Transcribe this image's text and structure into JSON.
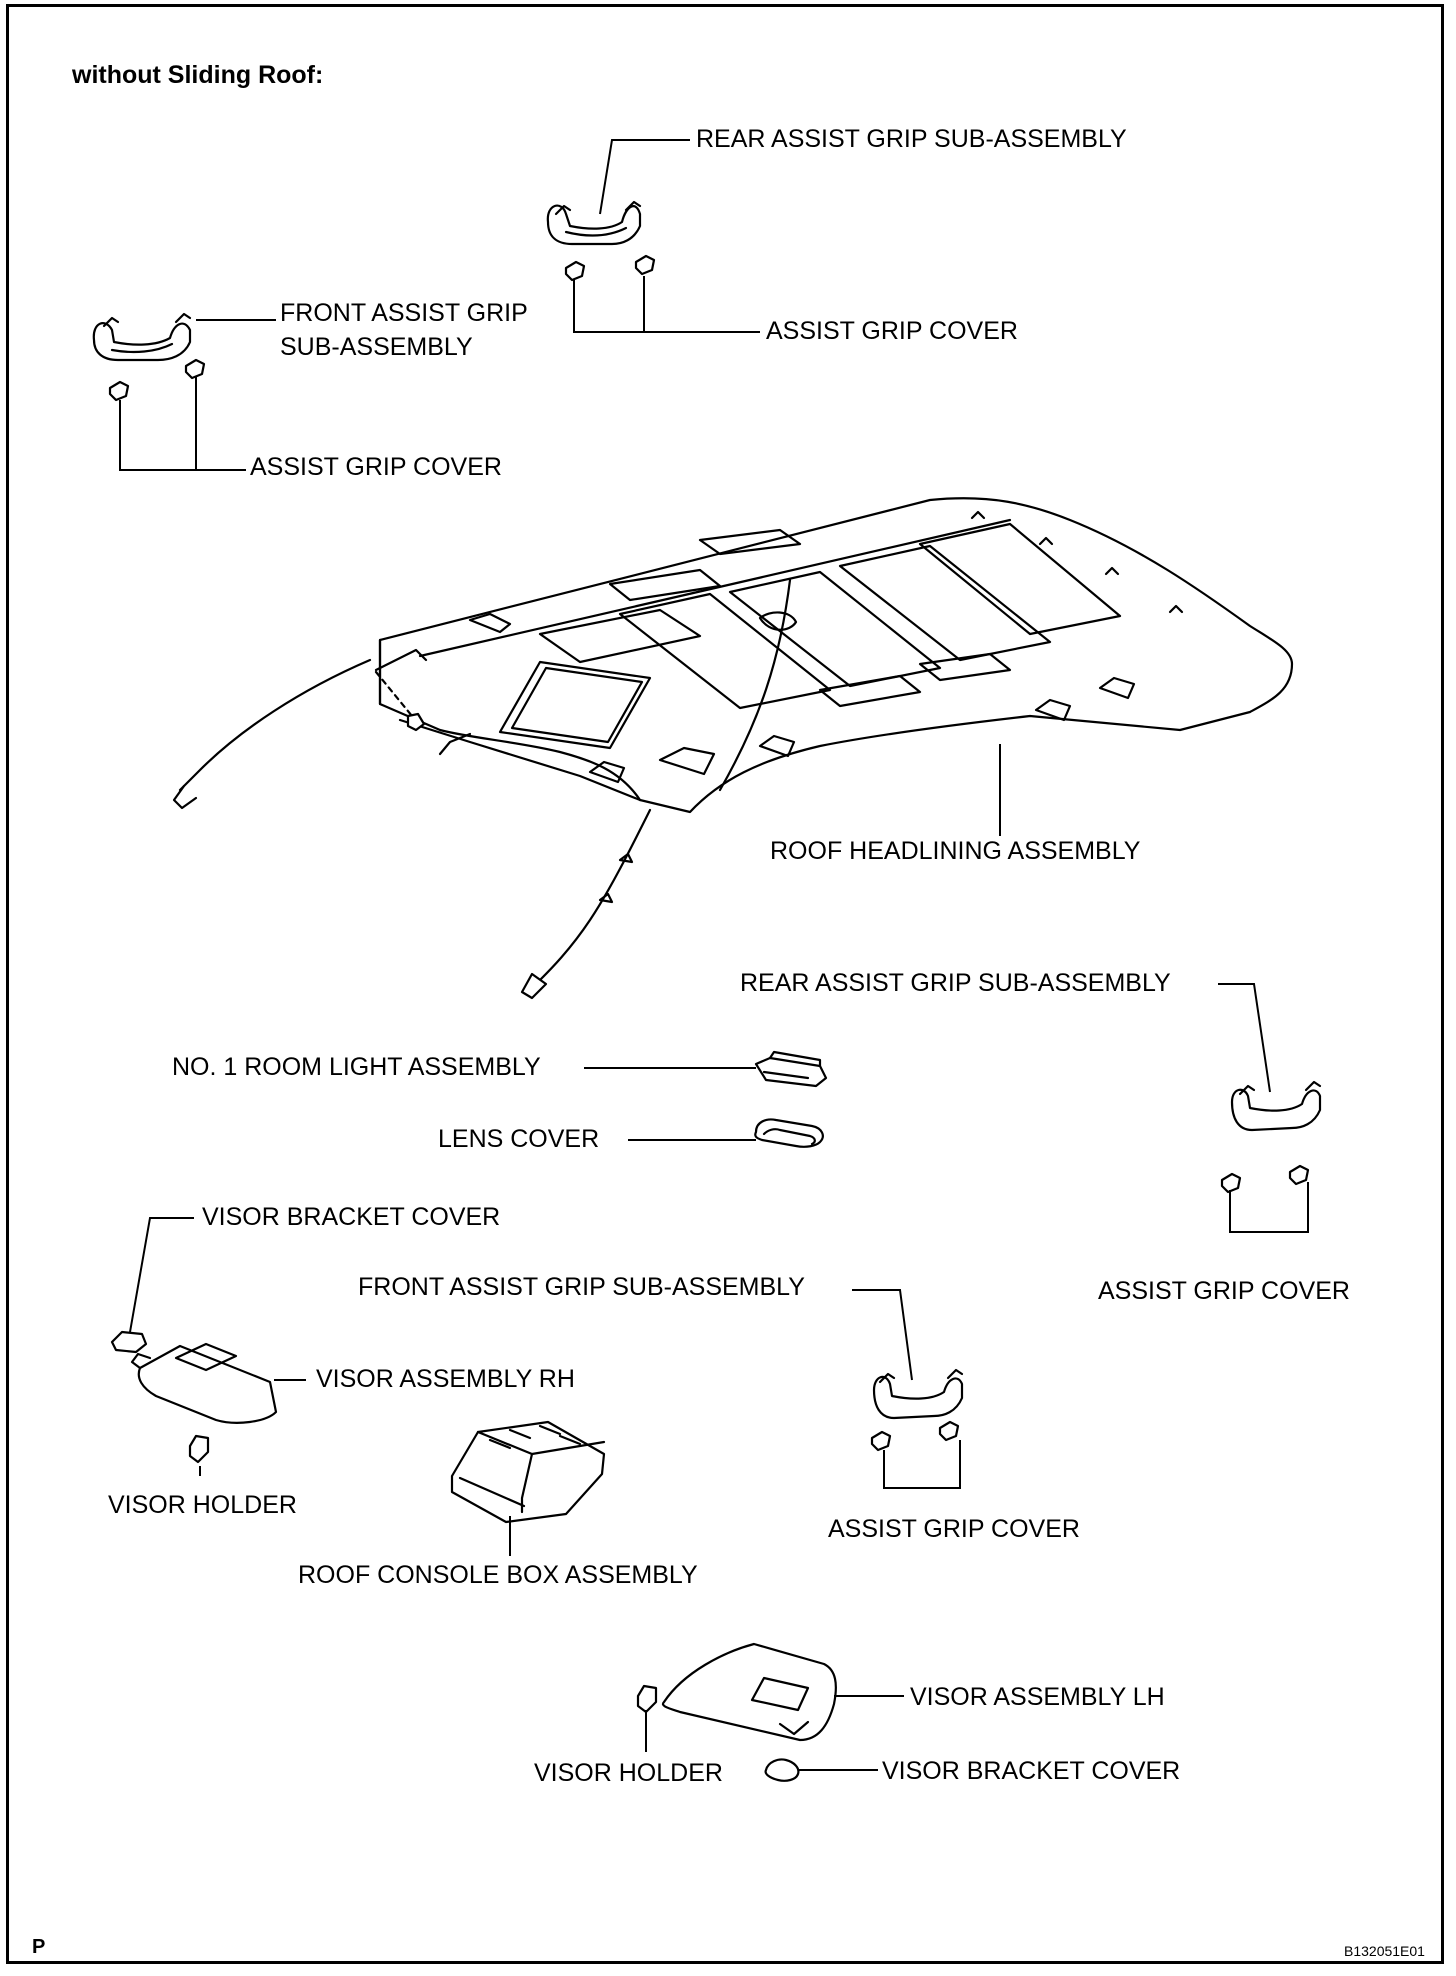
{
  "title": "without Sliding Roof:",
  "labels": {
    "rear_grip_top": "REAR ASSIST GRIP SUB-ASSEMBLY",
    "cover_top_right": "ASSIST GRIP COVER",
    "front_grip_top_line1": "FRONT ASSIST GRIP",
    "front_grip_top_line2": "SUB-ASSEMBLY",
    "cover_top_left": "ASSIST GRIP COVER",
    "roof_headlining": "ROOF HEADLINING ASSEMBLY",
    "rear_grip_right": "REAR ASSIST GRIP SUB-ASSEMBLY",
    "room_light": "NO. 1 ROOM LIGHT ASSEMBLY",
    "lens_cover": "LENS COVER",
    "visor_bracket_cover_rh": "VISOR BRACKET COVER",
    "front_grip_mid": "FRONT ASSIST GRIP SUB-ASSEMBLY",
    "cover_right": "ASSIST GRIP COVER",
    "visor_rh": "VISOR ASSEMBLY RH",
    "visor_holder_rh": "VISOR HOLDER",
    "console_box": "ROOF CONSOLE BOX ASSEMBLY",
    "cover_mid": "ASSIST GRIP COVER",
    "visor_lh": "VISOR ASSEMBLY LH",
    "visor_holder_lh": "VISOR HOLDER",
    "visor_bracket_cover_lh": "VISOR BRACKET COVER"
  },
  "footer": {
    "page_mark": "P",
    "code": "B132051E01"
  }
}
